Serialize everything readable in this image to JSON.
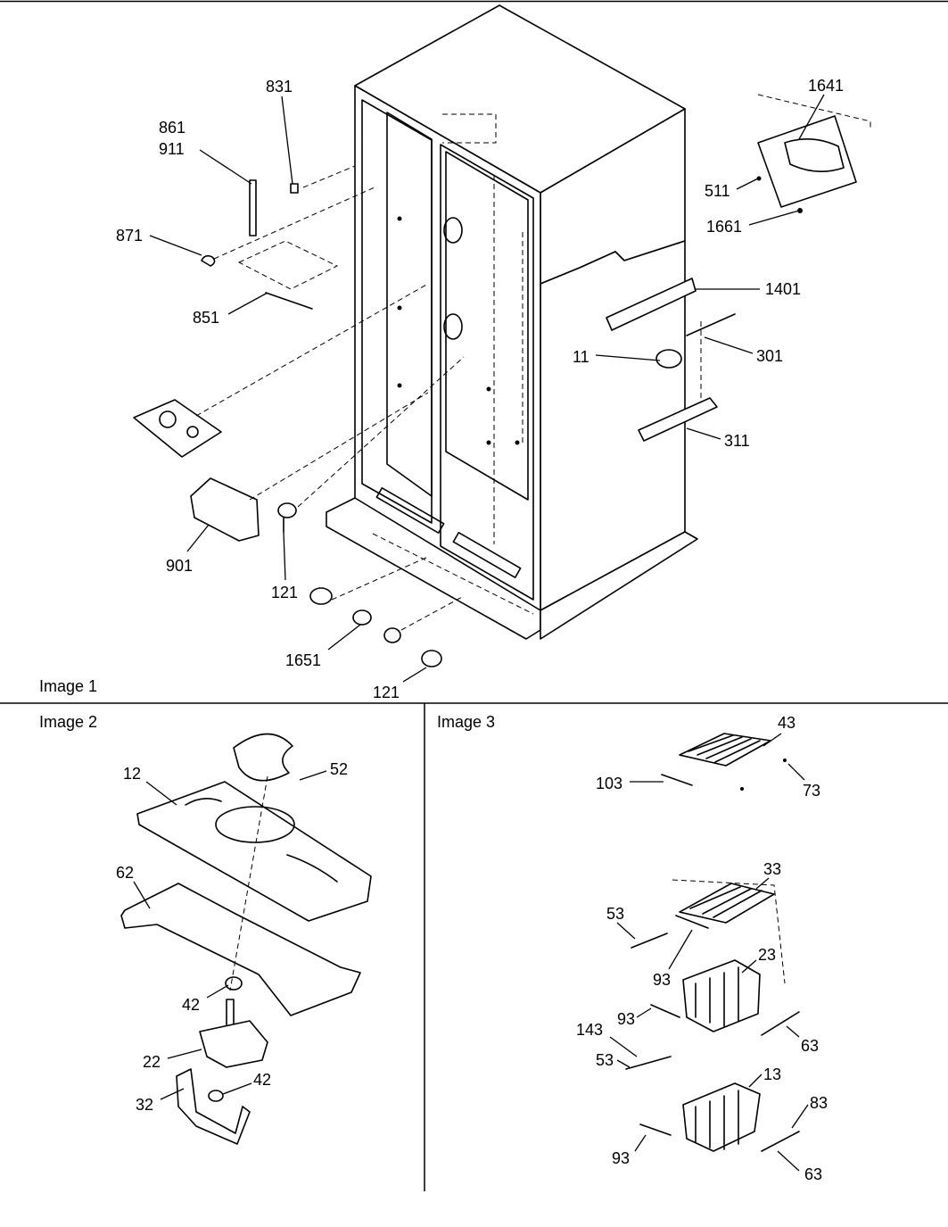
{
  "panels": {
    "image1": "Image 1",
    "image2": "Image 2",
    "image3": "Image 3"
  },
  "callouts": {
    "c831": "831",
    "c861": "861",
    "c911": "911",
    "c871": "871",
    "c851": "851",
    "c901": "901",
    "c121a": "121",
    "c1651": "1651",
    "c121b": "121",
    "c1641": "1641",
    "c511": "511",
    "c1661": "1661",
    "c1401": "1401",
    "c11": "11",
    "c301": "301",
    "c311": "311",
    "c12": "12",
    "c52": "52",
    "c62": "62",
    "c42a": "42",
    "c22": "22",
    "c42b": "42",
    "c32": "32",
    "c43": "43",
    "c103": "103",
    "c73": "73",
    "c33": "33",
    "c53a": "53",
    "c93a": "93",
    "c23": "23",
    "c93b": "93",
    "c63a": "63",
    "c143": "143",
    "c53b": "53",
    "c13": "13",
    "c83": "83",
    "c93c": "93",
    "c63b": "63"
  }
}
